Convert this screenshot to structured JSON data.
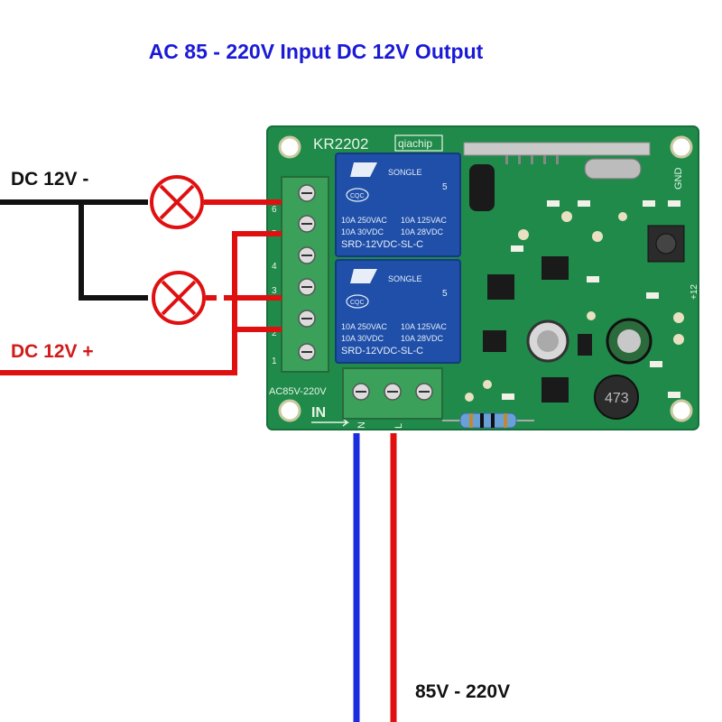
{
  "title": "AC 85 - 220V Input DC 12V Output",
  "labels": {
    "dc_minus": "DC 12V -",
    "dc_plus": "DC 12V +",
    "ac_supply": "85V - 220V"
  },
  "board": {
    "model": "KR2202",
    "brand": "qiachip",
    "input_rating": "AC85V-220V",
    "in_label": "IN",
    "n_label": "N",
    "l_label": "L",
    "gnd_label": "GND",
    "plus12_label": "+12",
    "terminal_numbers": [
      "1",
      "2",
      "3",
      "4",
      "5",
      "6"
    ],
    "inductor_mark": "473",
    "relays": [
      {
        "brand": "SONGLE",
        "rating_left": "10A 250VAC",
        "rating_left2": "10A 30VDC",
        "rating_right": "10A 125VAC",
        "rating_right2": "10A 28VDC",
        "model": "SRD-12VDC-SL-C",
        "cert": "CQC",
        "ul": "5"
      },
      {
        "brand": "SONGLE",
        "rating_left": "10A 250VAC",
        "rating_left2": "10A 30VDC",
        "rating_right": "10A 125VAC",
        "rating_right2": "10A 28VDC",
        "model": "SRD-12VDC-SL-C",
        "cert": "CQC",
        "ul": "5"
      }
    ]
  },
  "colors": {
    "title": "#1a1ad6",
    "dc_plus_label": "#d11a1a",
    "wire_black": "#111111",
    "wire_red": "#e01010",
    "wire_blue": "#1a2ee0",
    "pcb_green": "#1f8a4a",
    "terminal_green": "#3aa05a",
    "relay_blue": "#1f4fa8",
    "lamp_red": "#e01010"
  }
}
